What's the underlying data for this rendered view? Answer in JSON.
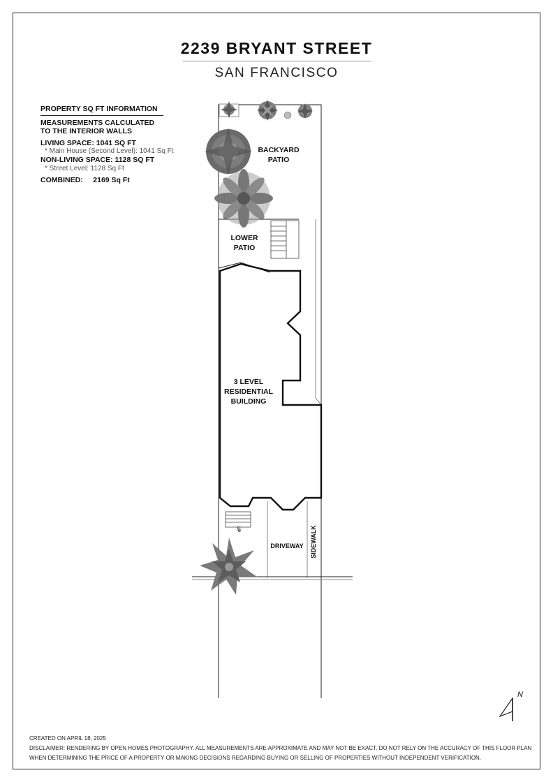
{
  "header": {
    "title": "2239 BRYANT STREET",
    "subtitle": "SAN FRANCISCO"
  },
  "info": {
    "heading": "PROPERTY SQ FT INFORMATION",
    "measure_line1": "MEASUREMENTS CALCULATED",
    "measure_line2": "TO THE INTERIOR WALLS",
    "living": "LIVING SPACE: 1041 SQ FT",
    "living_detail": "*   Main House (Second Level):   1041 Sq Ft",
    "nonliving": "NON-LIVING SPACE: 1128 SQ FT",
    "nonliving_detail": "*   Street Level:   1128 Sq Ft",
    "combined_label": "COMBINED:",
    "combined_value": "2169  Sq Ft"
  },
  "plan_labels": {
    "backyard_1": "BACKYARD",
    "backyard_2": "PATIO",
    "lower_1": "LOWER",
    "lower_2": "PATIO",
    "building_1": "3 LEVEL",
    "building_2": "RESIDENTIAL",
    "building_3": "BUILDING",
    "up": "UP",
    "driveway": "DRIVEWAY",
    "sidewalk": "SIDEWALK"
  },
  "compass": {
    "label": "N"
  },
  "footer": {
    "created": "CREATED ON APRIL 18, 2025",
    "disclaimer_1": "DISCLAIMER: RENDERING BY OPEN HOMES PHOTOGRAPHY. ALL MEASUREMENTS ARE APPROXIMATE AND MAY NOT BE EXACT. DO NOT RELY ON THE ACCURACY OF THIS FLOOR PLAN",
    "disclaimer_2": "WHEN DETERMINING THE PRICE OF A PROPERTY OR MAKING DECISIONS REGARDING BUYING OR SELLING OF PROPERTIES WITHOUT INDEPENDENT VERIFICATION."
  },
  "colors": {
    "wall": "#111111",
    "plant_dark": "#6d6d6d",
    "plant_mid": "#8e8e8e",
    "plant_light": "#b5b5b5"
  }
}
